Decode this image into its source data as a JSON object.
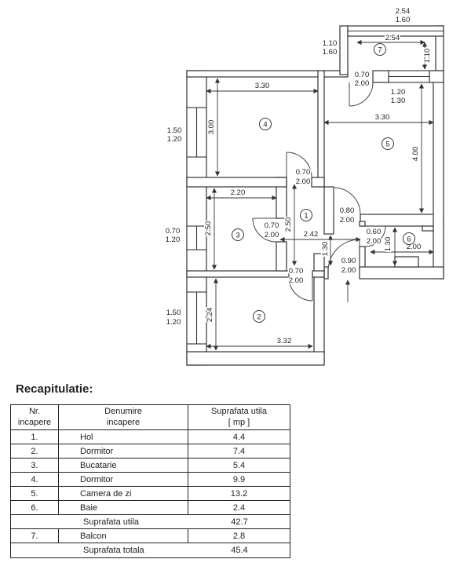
{
  "plan": {
    "labels": {
      "balc_win_w": "2.54",
      "balc_win_h": "1.60",
      "balc_side_w": "1.10",
      "balc_side_h": "1.60",
      "balc_len": "2.54",
      "balc_depth": "1.10",
      "balc_door_w": "0.70",
      "balc_door_h": "2.00",
      "r5_win_w": "1.20",
      "r5_win_h": "1.30",
      "r5_w": "3.30",
      "r5_h": "4.00",
      "r4_w": "3.30",
      "r4_h": "3.00",
      "r4_win_w": "1.50",
      "r4_win_h": "1.20",
      "r4_door_w": "0.70",
      "r4_door_h": "2.00",
      "r3_w": "2.20",
      "r3_h": "2.50",
      "r3_win_w": "0.70",
      "r3_win_h": "1.20",
      "r3_door_w": "0.70",
      "r3_door_h": "2.00",
      "hall_h": "2.50",
      "hall_w": "2.42",
      "r5_door_w": "0.80",
      "r5_door_h": "2.00",
      "vest_h": "1.30",
      "bath_door_w": "0.60",
      "bath_door_h": "2.00",
      "bath_h": "1.30",
      "bath_w": "2.00",
      "entry_w": "0.90",
      "entry_h": "2.00",
      "r2_door_w": "0.70",
      "r2_door_h": "2.00",
      "r2_h": "2.24",
      "r2_w": "3.32",
      "r2_win_w": "1.50",
      "r2_win_h": "1.20"
    },
    "rooms": {
      "hall": "1",
      "dorm2": "2",
      "kitchen": "3",
      "dorm4": "4",
      "living": "5",
      "bath": "6",
      "balcony": "7"
    }
  },
  "recap": {
    "title": "Recapitulatie:",
    "table": {
      "headers": {
        "col1a": "Nr.",
        "col1b": "incapere",
        "col2a": "Denumire",
        "col2b": "incapere",
        "col3a": "Suprafata utila",
        "col3b": "[ mp ]"
      },
      "rows": [
        {
          "nr": "1.",
          "name": "Hol",
          "area": "4.4"
        },
        {
          "nr": "2.",
          "name": "Dormitor",
          "area": "7.4"
        },
        {
          "nr": "3.",
          "name": "Bucatarie",
          "area": "5.4"
        },
        {
          "nr": "4.",
          "name": "Dormitor",
          "area": "9.9"
        },
        {
          "nr": "5.",
          "name": "Camera de zi",
          "area": "13.2"
        },
        {
          "nr": "6.",
          "name": "Baie",
          "area": "2.4"
        }
      ],
      "subtotal": {
        "label": "Suprafata utila",
        "value": "42.7"
      },
      "balcony_row": {
        "nr": "7.",
        "name": "Balcon",
        "area": "2.8"
      },
      "total": {
        "label": "Suprafata totala",
        "value": "45.4"
      }
    }
  }
}
